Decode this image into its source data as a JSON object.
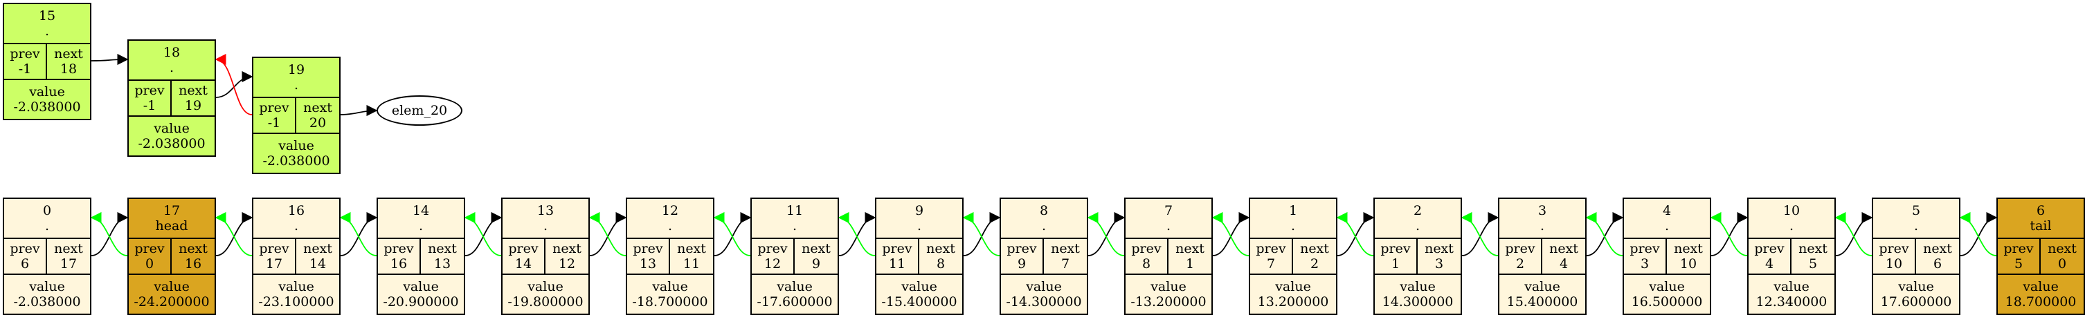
{
  "colors": {
    "green": "#ccff66",
    "cream": "#fff6dc",
    "gold": "#daa520",
    "red_edge": "#ff0000",
    "green_edge": "#00ff00",
    "black_edge": "#000000"
  },
  "labels": {
    "prev": "prev",
    "next": "next",
    "value": "value"
  },
  "top_nodes": [
    {
      "id": "15",
      "sub": ".",
      "prev": "-1",
      "next": "18",
      "value": "-2.038000"
    },
    {
      "id": "18",
      "sub": ".",
      "prev": "-1",
      "next": "19",
      "value": "-2.038000"
    },
    {
      "id": "19",
      "sub": ".",
      "prev": "-1",
      "next": "20",
      "value": "-2.038000"
    }
  ],
  "elem_node": {
    "label": "elem_20"
  },
  "chain": [
    {
      "id": "0",
      "sub": ".",
      "prev": "6",
      "next": "17",
      "value": "-2.038000",
      "style": "cream"
    },
    {
      "id": "17",
      "sub": "head",
      "prev": "0",
      "next": "16",
      "value": "-24.200000",
      "style": "gold"
    },
    {
      "id": "16",
      "sub": ".",
      "prev": "17",
      "next": "14",
      "value": "-23.100000",
      "style": "cream"
    },
    {
      "id": "14",
      "sub": ".",
      "prev": "16",
      "next": "13",
      "value": "-20.900000",
      "style": "cream"
    },
    {
      "id": "13",
      "sub": ".",
      "prev": "14",
      "next": "12",
      "value": "-19.800000",
      "style": "cream"
    },
    {
      "id": "12",
      "sub": ".",
      "prev": "13",
      "next": "11",
      "value": "-18.700000",
      "style": "cream"
    },
    {
      "id": "11",
      "sub": ".",
      "prev": "12",
      "next": "9",
      "value": "-17.600000",
      "style": "cream"
    },
    {
      "id": "9",
      "sub": ".",
      "prev": "11",
      "next": "8",
      "value": "-15.400000",
      "style": "cream"
    },
    {
      "id": "8",
      "sub": ".",
      "prev": "9",
      "next": "7",
      "value": "-14.300000",
      "style": "cream"
    },
    {
      "id": "7",
      "sub": ".",
      "prev": "8",
      "next": "1",
      "value": "-13.200000",
      "style": "cream"
    },
    {
      "id": "1",
      "sub": ".",
      "prev": "7",
      "next": "2",
      "value": "13.200000",
      "style": "cream"
    },
    {
      "id": "2",
      "sub": ".",
      "prev": "1",
      "next": "3",
      "value": "14.300000",
      "style": "cream"
    },
    {
      "id": "3",
      "sub": ".",
      "prev": "2",
      "next": "4",
      "value": "15.400000",
      "style": "cream"
    },
    {
      "id": "4",
      "sub": ".",
      "prev": "3",
      "next": "10",
      "value": "16.500000",
      "style": "cream"
    },
    {
      "id": "10",
      "sub": ".",
      "prev": "4",
      "next": "5",
      "value": "12.340000",
      "style": "cream"
    },
    {
      "id": "5",
      "sub": ".",
      "prev": "10",
      "next": "6",
      "value": "17.600000",
      "style": "cream"
    },
    {
      "id": "6",
      "sub": "tail",
      "prev": "5",
      "next": "0",
      "value": "18.700000",
      "style": "gold"
    }
  ]
}
